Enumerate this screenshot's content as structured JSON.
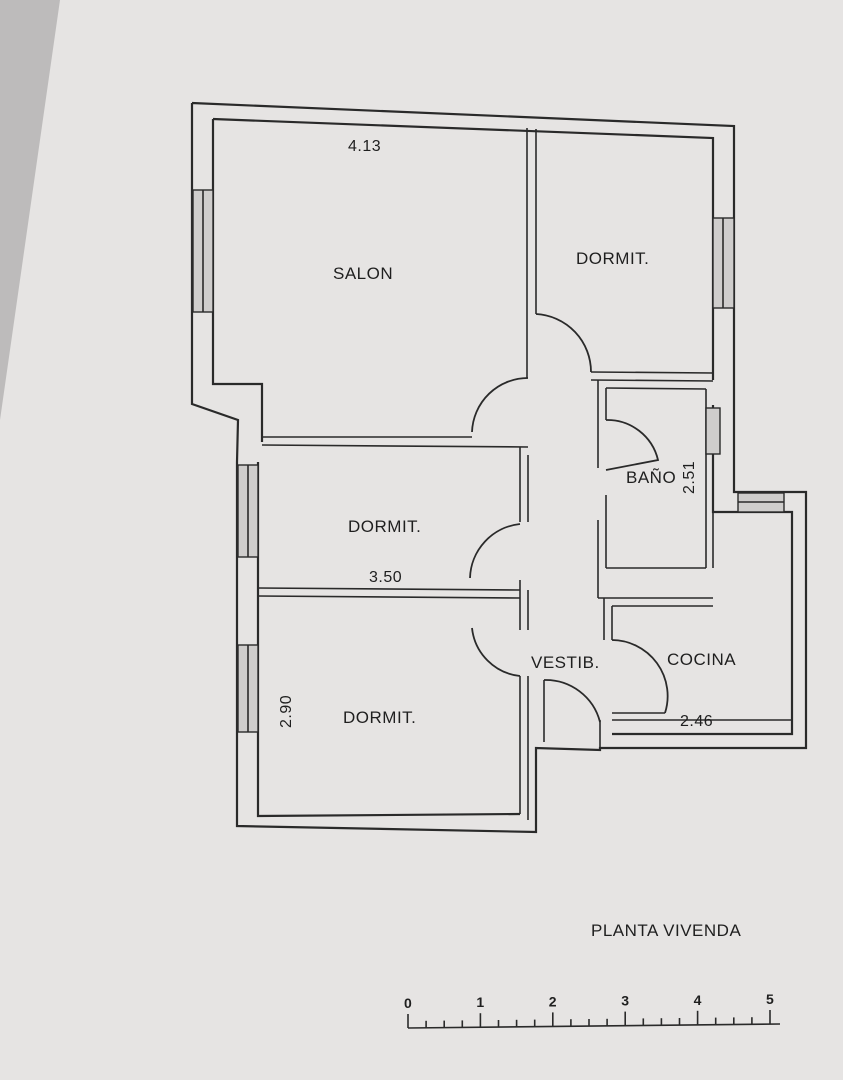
{
  "plan": {
    "title": "PLANTA VIVENDA",
    "rooms": {
      "salon": "SALON",
      "dormit_top": "DORMIT.",
      "dormit_mid": "DORMIT.",
      "dormit_bottom": "DORMIT.",
      "bano": "BAÑO",
      "cocina": "COCINA",
      "vestib": "VESTIB."
    },
    "dimensions": {
      "salon_width": "4.13",
      "dormit_mid_width": "3.50",
      "dormit_bottom_depth": "2.90",
      "bano_depth": "2.51",
      "cocina_width": "2.46"
    }
  },
  "scale_bar": {
    "ticks": [
      "0",
      "1",
      "2",
      "3",
      "4",
      "5"
    ]
  },
  "colors": {
    "paper": "#e6e4e3",
    "ink": "#2a2a2a"
  }
}
